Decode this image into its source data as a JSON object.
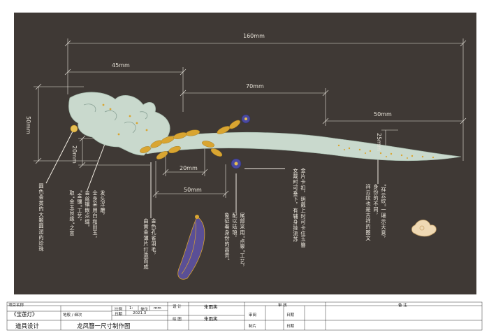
{
  "dimensions": {
    "total_length": "160mm",
    "head_length": "45mm",
    "mid_length": "70mm",
    "tip_length": "50mm",
    "head_height": "50mm",
    "small_height": "20mm",
    "small_width": "20mm",
    "lower_width": "50mm",
    "tip_height": "25mm"
  },
  "annotations": {
    "note1": [
      "圆色金黄的大颗圆润的珍珠"
    ],
    "note2": [
      "发头浮雕，",
      "全身采用白和田玉，",
      "金丝镶嵌点缀。",
      "\"金镶\"工艺，",
      "取\"金玉良缘\"之意"
    ],
    "note3": [
      "金色孔雀羽毛，",
      "由黄金薄片打造而成"
    ],
    "note4": [
      "尾部采用\"点翠\"工艺，",
      "配以珐琅，",
      "象征着身份的高贵。"
    ],
    "note5": [
      "金片卡扣，明戴上时可卡住玉簪",
      "女戴时可垂下，有辅身挂流苏"
    ],
    "note6": [
      "\"祥云纹\"一瑞示天意，",
      "身份的不同，",
      "祥云纹也是吉祥的图文"
    ]
  },
  "title_block": {
    "project_label": "项目名称",
    "project_name": "《宝莲灯》",
    "course": "道具设计",
    "place_label": "地般 / 细次",
    "drawing_title": "龙凤簪一尺寸制作图",
    "scale_label": "比例",
    "scale_value": "1:",
    "unit_label": "单位",
    "unit_value": "mm",
    "date_label": "日期",
    "date_value": "2021.3",
    "design_label": "设 计",
    "designer": "朱雨笑",
    "draw_label": "绘 图",
    "drafter": "朱雨笑",
    "review_label": "审 核",
    "check_label": "审阅",
    "make_label": "制片",
    "date_label2": "日期",
    "date_label3": "日期",
    "remarks_label": "备 注"
  },
  "colors": {
    "panel": "#3f3935",
    "jade": "#c9d9cd",
    "gold": "#d9a531",
    "kingfisher": "#4a4aa0",
    "line": "#e8e4dc"
  }
}
